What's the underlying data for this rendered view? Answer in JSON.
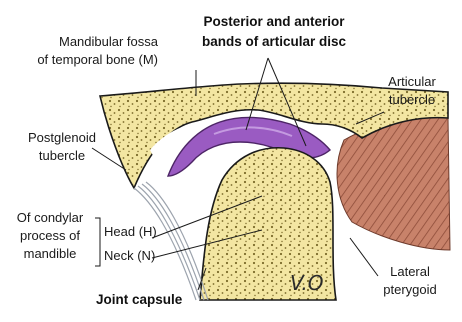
{
  "labels": {
    "disc_line1": "Posterior and anterior",
    "disc_line2": "bands of articular disc",
    "fossa_line1": "Mandibular fossa",
    "fossa_line2": "of temporal bone (M)",
    "tubercle_line1": "Articular",
    "tubercle_line2": "tubercle",
    "postglenoid_line1": "Postglenoid",
    "postglenoid_line2": "tubercle",
    "condylar_line1": "Of condylar",
    "condylar_line2": "process of",
    "condylar_line3": "mandible",
    "head": "Head (H)",
    "neck": "Neck (N)",
    "capsule": "Joint capsule",
    "pterygoid_line1": "Lateral",
    "pterygoid_line2": "pterygoid",
    "signature": "V.O"
  },
  "colors": {
    "bone": "#f3e6a2",
    "bone_dots": "#7b6a2a",
    "disc": "#9a5bc2",
    "muscle": "#c8826a",
    "capsule": "#9ca3ad",
    "outline": "#1a1a1a"
  }
}
